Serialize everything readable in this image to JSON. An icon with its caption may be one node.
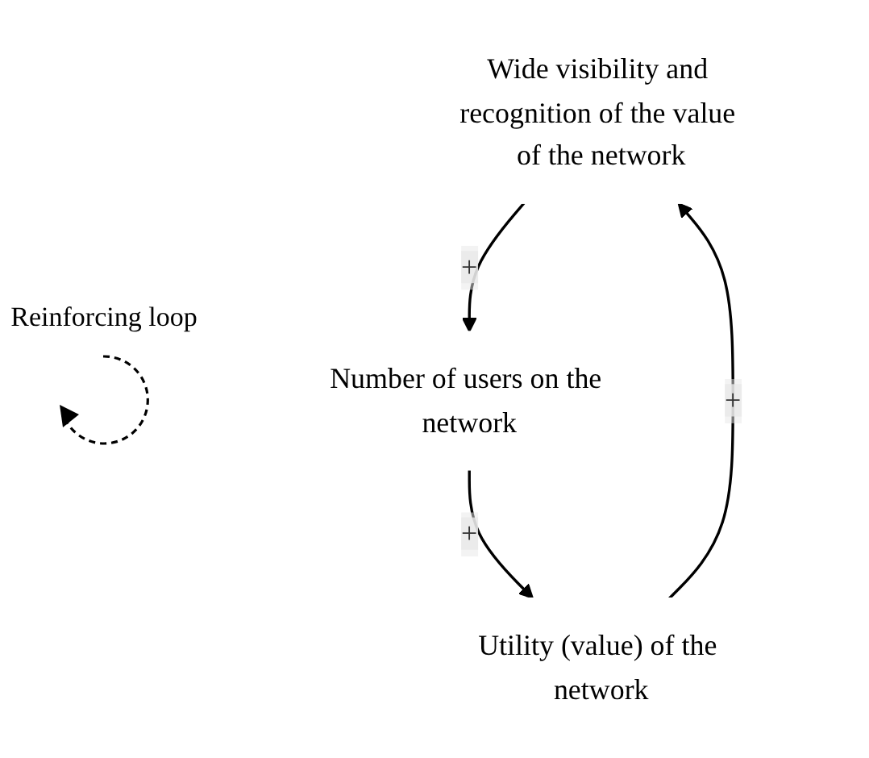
{
  "diagram": {
    "nodes": [
      {
        "text": [
          "Wide visibility and recognition of the value of the network"
        ]
      },
      {
        "text": [
          "Utility (value) of the network"
        ]
      },
      {
        "text": [
          "Number of users on the network"
        ]
      }
    ],
    "edges": [
      {
        "from": 1,
        "to": 0,
        "arrow": "to",
        "label": "+"
      },
      {
        "from": 0,
        "to": 2,
        "arrow": "to",
        "label": "+"
      },
      {
        "from": 2,
        "to": 1,
        "arrow": "to",
        "label": "+"
      }
    ],
    "labels": [
      "Reinforcing loop"
    ]
  }
}
